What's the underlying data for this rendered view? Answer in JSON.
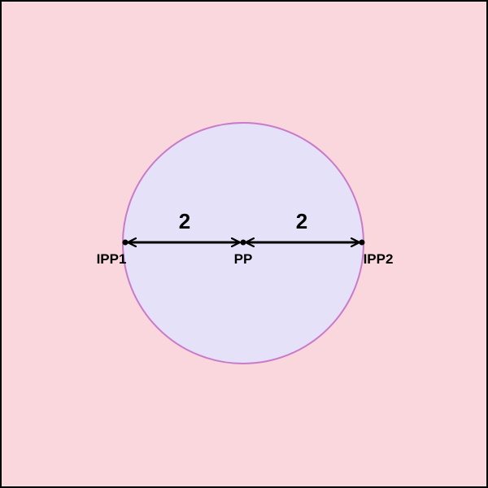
{
  "colors": {
    "background": "#f9d7dc",
    "border": "#000000",
    "circle_fill": "#e5e1f8",
    "circle_stroke": "#c97ac9",
    "line": "#000000"
  },
  "points": {
    "ipp1": "IPP1",
    "pp": "PP",
    "ipp2": "IPP2"
  },
  "distances": {
    "left": "2",
    "right": "2"
  }
}
